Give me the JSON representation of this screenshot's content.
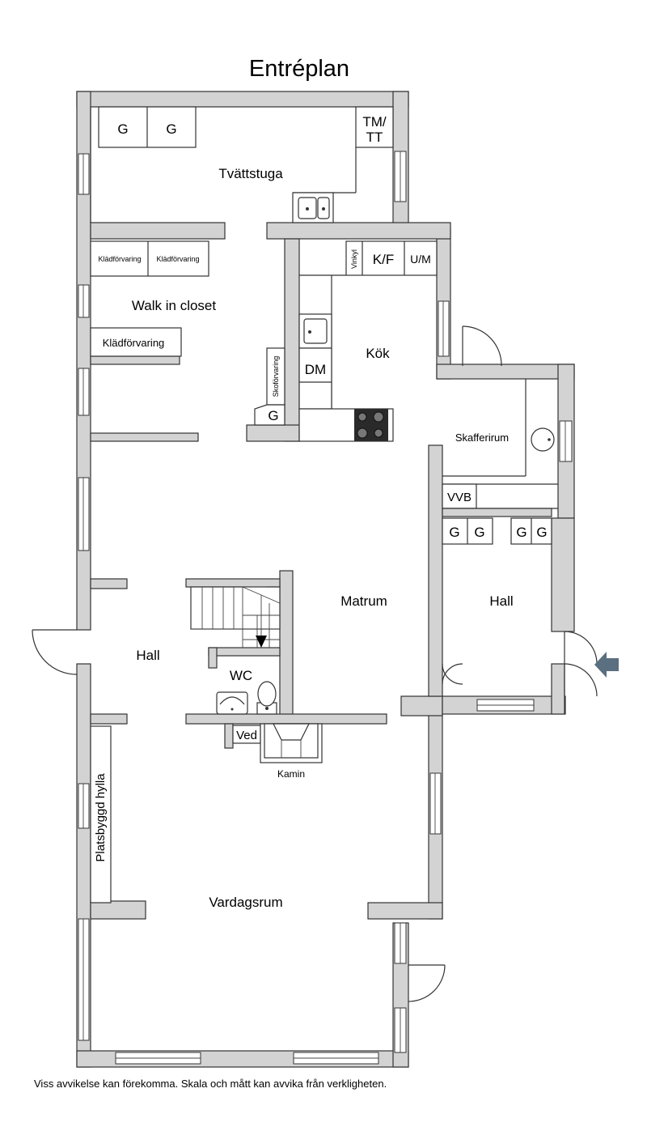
{
  "title": "Entréplan",
  "rooms": {
    "tvattstuga": "Tvättstuga",
    "walk_in_closet": "Walk in closet",
    "kok": "Kök",
    "skafferirum": "Skafferirum",
    "matrum": "Matrum",
    "hall_right": "Hall",
    "hall_left": "Hall",
    "wc": "WC",
    "vardagsrum": "Vardagsrum"
  },
  "fixtures": {
    "g": "G",
    "tm_tt_1": "TM/",
    "tm_tt_2": "TT",
    "kladforvaring": "Klädförvaring",
    "vinkyl": "Vinkyl",
    "kf": "K/F",
    "um": "U/M",
    "dm": "DM",
    "skoforvaring": "Skoförvaring",
    "vvb": "VVB",
    "ved": "Ved",
    "kamin": "Kamin",
    "platsbyggd_hylla": "Platsbyggd hylla"
  },
  "footnote": "Viss avvikelse kan förekomma. Skala och mått kan avvika från verkligheten.",
  "colors": {
    "wall_fill": "#d3d3d3",
    "line": "#333333",
    "entrance_arrow": "#5a6f80"
  }
}
